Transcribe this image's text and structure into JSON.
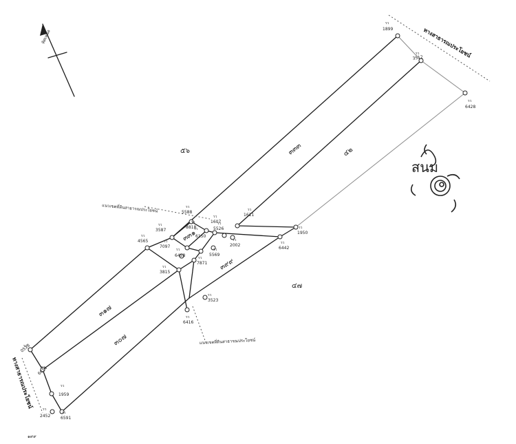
{
  "north_arrow": {
    "label": "ทิศเหนือ",
    "icon": "north-arrow-icon"
  },
  "roads": [
    {
      "id": "road-top-right",
      "label": "ทางสาธารณประโยชน์"
    },
    {
      "id": "road-left",
      "label": "ทางสาธารณประโยชน์"
    }
  ],
  "annotations": [
    {
      "id": "anno-upper",
      "label": "แนวเขตที่ดินสาธารณประโยชน์"
    },
    {
      "id": "anno-lower",
      "label": "แนวเขตที่ดินสาธารณประโยชน์"
    }
  ],
  "parcel_areas": [
    {
      "id": "parcel-right-strip",
      "text": "๔๒"
    },
    {
      "id": "parcel-mid-strip",
      "text": "๓๓๓"
    },
    {
      "id": "parcel-top-left",
      "text": "๕๖"
    },
    {
      "id": "parcel-bottom-right",
      "text": "๔๗"
    },
    {
      "id": "parcel-lower-left",
      "text": "๓๑๗"
    },
    {
      "id": "parcel-lower-strip",
      "text": "๓๐๗"
    },
    {
      "id": "parcel-center-a",
      "text": "๓๙๙"
    },
    {
      "id": "parcel-center-b",
      "text": "๓๓๑"
    }
  ],
  "markers": [
    {
      "id": "m1",
      "code": "รว",
      "number": "1899"
    },
    {
      "id": "m2",
      "code": "รว",
      "number": "3512"
    },
    {
      "id": "m3",
      "code": "รว",
      "number": "6428"
    },
    {
      "id": "m4",
      "code": "รว",
      "number": "1611"
    },
    {
      "id": "m5",
      "code": "รว",
      "number": "1607"
    },
    {
      "id": "m6",
      "code": "รว",
      "number": "5588"
    },
    {
      "id": "m7",
      "code": "รว",
      "number": "8818"
    },
    {
      "id": "m8",
      "code": "รว",
      "number": "3587"
    },
    {
      "id": "m9",
      "code": "รว",
      "number": "4565"
    },
    {
      "id": "m10",
      "code": "รว",
      "number": "7097"
    },
    {
      "id": "m11",
      "code": "รว",
      "number": "6150"
    },
    {
      "id": "m12",
      "code": "รว",
      "number": "6458"
    },
    {
      "id": "m13",
      "code": "รว",
      "number": "5569"
    },
    {
      "id": "m14",
      "code": "รว",
      "number": "2002"
    },
    {
      "id": "m15",
      "code": "รว",
      "number": "1950"
    },
    {
      "id": "m16",
      "code": "รว",
      "number": "6442"
    },
    {
      "id": "m17",
      "code": "รว",
      "number": "7871"
    },
    {
      "id": "m18",
      "code": "รว",
      "number": "3815"
    },
    {
      "id": "m19",
      "code": "รว",
      "number": "3523"
    },
    {
      "id": "m20",
      "code": "รว",
      "number": "6416"
    },
    {
      "id": "m21",
      "code": "รว",
      "number": "0518"
    },
    {
      "id": "m22",
      "code": "รว",
      "number": "6614"
    },
    {
      "id": "m23",
      "code": "รว",
      "number": "1959"
    },
    {
      "id": "m24",
      "code": "รว",
      "number": "2452"
    },
    {
      "id": "m25",
      "code": "รว",
      "number": "6591"
    },
    {
      "id": "m26",
      "code": "รว",
      "number": "5526"
    }
  ],
  "seal": {
    "text": "สนม",
    "icon": "official-seal-icon"
  },
  "page_number": "๑๙๙"
}
